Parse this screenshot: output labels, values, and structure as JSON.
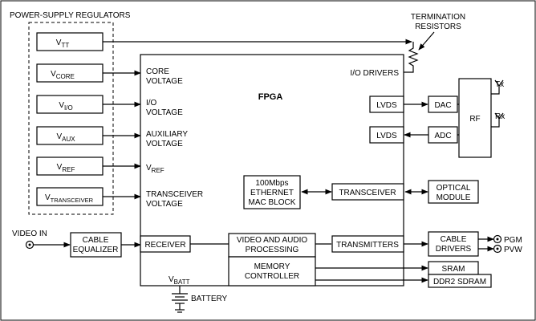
{
  "title": "POWER-SUPPLY REGULATORS",
  "regulators": [
    {
      "main": "V",
      "sub": "TT"
    },
    {
      "main": "V",
      "sub": "CORE"
    },
    {
      "main": "V",
      "sub": "I/O"
    },
    {
      "main": "V",
      "sub": "AUX"
    },
    {
      "main": "V",
      "sub": "REF"
    },
    {
      "main": "V",
      "sub": "TRANSCEIVER"
    }
  ],
  "fpga": {
    "label": "FPGA",
    "core_voltage": [
      "CORE",
      "VOLTAGE"
    ],
    "io_voltage": [
      "I/O",
      "VOLTAGE"
    ],
    "aux_voltage": [
      "AUXILIARY",
      "VOLTAGE"
    ],
    "vref": {
      "main": "V",
      "sub": "REF"
    },
    "transceiver_voltage": [
      "TRANSCEIVER",
      "VOLTAGE"
    ],
    "io_drivers": "I/O DRIVERS",
    "lvds_top": "LVDS",
    "lvds_bottom": "LVDS",
    "ethernet": [
      "100Mbps",
      "ETHERNET",
      "MAC BLOCK"
    ],
    "transceiver": "TRANSCEIVER",
    "receiver": "RECEIVER",
    "video_audio": [
      "VIDEO AND AUDIO",
      "PROCESSING"
    ],
    "memory_controller": [
      "MEMORY",
      "CONTROLLER"
    ],
    "transmitters": "TRANSMITTERS",
    "vbatt": {
      "main": "V",
      "sub": "BATT"
    }
  },
  "termination": [
    "TERMINATION",
    "RESISTORS"
  ],
  "dac": "DAC",
  "adc": "ADC",
  "rf": "RF",
  "tx": "Tx",
  "rx": "Rx",
  "optical": [
    "OPTICAL",
    "MODULE"
  ],
  "video_in": "VIDEO IN",
  "cable_equalizer": [
    "CABLE",
    "EQUALIZER"
  ],
  "cable_drivers": [
    "CABLE",
    "DRIVERS"
  ],
  "pgm": "PGM",
  "pvw": "PVW",
  "sram": "SRAM",
  "ddr2": "DDR2 SDRAM",
  "battery": "BATTERY"
}
